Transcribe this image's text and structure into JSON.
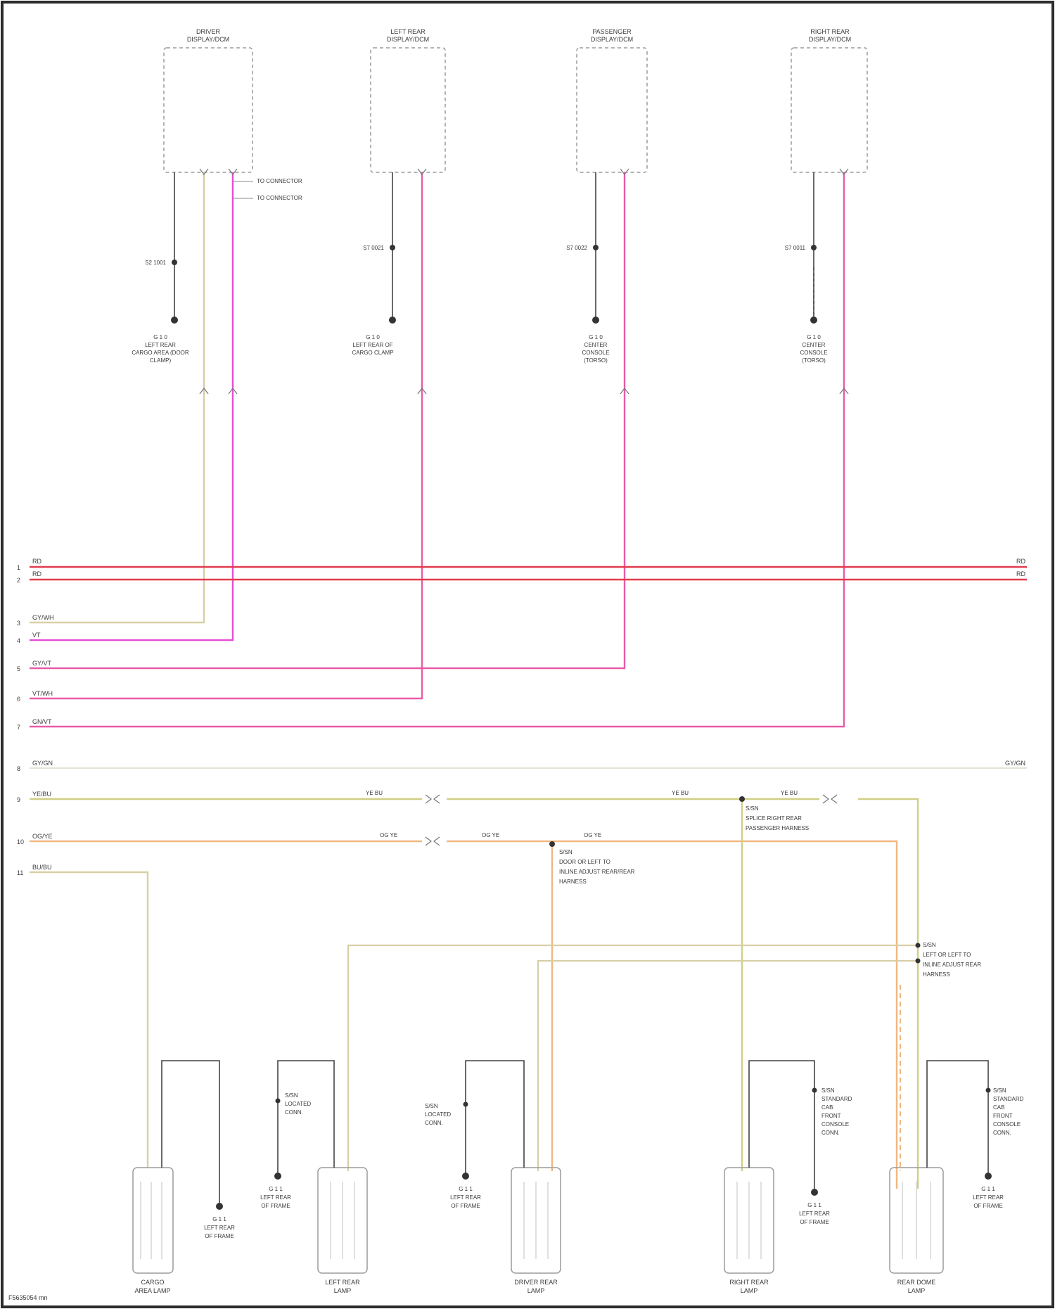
{
  "figure_id": "F5635054 mn",
  "colors": {
    "red": "#e33b4e",
    "pink": "#e64fd6",
    "magenta": "#e85aa8",
    "tan": "#d8cfa6",
    "orange": "#f2b780",
    "olive": "#cfcf86",
    "ground": "#444444",
    "border": "#2c2c2c",
    "component_outline": "#9c9c9c"
  },
  "top_modules": [
    {
      "name": "DRIVER",
      "sub": "DISPLAY/DCM"
    },
    {
      "name": "LEFT REAR",
      "sub": "DISPLAY/DCM"
    },
    {
      "name": "PASSENGER",
      "sub": "DISPLAY/DCM"
    },
    {
      "name": "RIGHT REAR",
      "sub": "DISPLAY/DCM"
    }
  ],
  "top_annotations": [
    "TO CONNECTOR",
    "TO CONNECTOR"
  ],
  "top_splices": [
    "S2 1001",
    "S7 0021",
    "S7 0022",
    "S7 0011"
  ],
  "top_grounds": [
    [
      "G 1 0",
      "LEFT REAR",
      "CARGO AREA (DOOR",
      "CLAMP)"
    ],
    [
      "G 1 0",
      "LEFT REAR OF",
      "CARGO CLAMP"
    ],
    [
      "G 1 0",
      "CENTER",
      "CONSOLE",
      "(TORSO)"
    ],
    [
      "G 1 0",
      "CENTER",
      "CONSOLE",
      "(TORSO)"
    ]
  ],
  "left_pins": [
    "1",
    "2",
    "3",
    "4",
    "5",
    "6",
    "7",
    "8",
    "9",
    "10",
    "11"
  ],
  "bus_labels": {
    "red1": "RD",
    "red2": "RD",
    "tan": "GY/WH",
    "pink": "VT",
    "magenta1": "GY/VT",
    "magenta2": "VT/WH",
    "magenta3": "GN/VT",
    "olive": "GY/GN",
    "yellow": "YE/BU",
    "orange": "OG/YE",
    "yellow2": "BU/BU"
  },
  "right_bus_labels": [
    "RD",
    "RD",
    "GY/GN"
  ],
  "splice_upper": [
    "S/SN",
    "SPLICE RIGHT REAR",
    "PASSENGER HARNESS"
  ],
  "splice_mid": [
    "S/SN",
    "DOOR OR LEFT TO",
    "INLINE ADJUST REAR/REAR",
    "HARNESS"
  ],
  "splice_right": [
    "S/SN",
    "LEFT OR LEFT TO",
    "INLINE ADJUST REAR",
    "HARNESS"
  ],
  "wire_short_labels": [
    "YE BU",
    "YE BU",
    "YE BU",
    "OG YE",
    "OG YE",
    "OG YE"
  ],
  "bottom_lamps": [
    {
      "name": "CARGO",
      "sub": "AREA LAMP"
    },
    {
      "name": "LEFT REAR",
      "sub": "LAMP"
    },
    {
      "name": "DRIVER REAR",
      "sub": "LAMP"
    },
    {
      "name": "RIGHT REAR",
      "sub": "LAMP"
    },
    {
      "name": "REAR DOME",
      "sub": "LAMP"
    }
  ],
  "bottom_grounds": [
    [
      "G 1 1",
      "LEFT REAR",
      "OF FRAME"
    ],
    [
      "G 1 1",
      "LEFT REAR",
      "OF FRAME"
    ],
    [
      "G 1 1",
      "LEFT REAR",
      "OF FRAME"
    ],
    [
      "G 1 1",
      "LEFT REAR",
      "OF FRAME"
    ],
    [
      "G 1 1",
      "LEFT REAR",
      "OF FRAME"
    ]
  ],
  "bottom_ground_notes": [
    [
      "S/SN",
      "LOCATED",
      "CONN."
    ],
    [
      "S/SN",
      "LOCATED",
      "CONN."
    ],
    [
      "S/SN",
      "STANDARD",
      "CAB",
      "FRONT",
      "CONSOLE",
      "CONN."
    ],
    [
      "S/SN",
      "STANDARD",
      "CAB",
      "FRONT",
      "CONSOLE",
      "CONN."
    ]
  ]
}
